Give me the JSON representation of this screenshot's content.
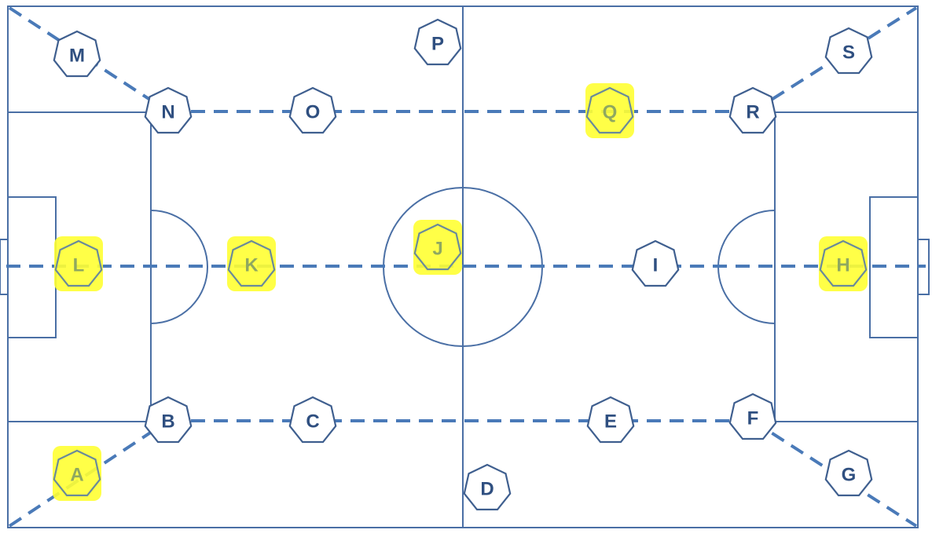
{
  "colors": {
    "lines": "#4a6fa5",
    "dashes": "#4a7ab8",
    "highlight": "#ffff33",
    "label": "#2f4f80"
  },
  "positions": [
    {
      "id": "A",
      "label": "A",
      "highlighted": true
    },
    {
      "id": "B",
      "label": "B",
      "highlighted": false
    },
    {
      "id": "C",
      "label": "C",
      "highlighted": false
    },
    {
      "id": "D",
      "label": "D",
      "highlighted": false
    },
    {
      "id": "E",
      "label": "E",
      "highlighted": false
    },
    {
      "id": "F",
      "label": "F",
      "highlighted": false
    },
    {
      "id": "G",
      "label": "G",
      "highlighted": false
    },
    {
      "id": "H",
      "label": "H",
      "highlighted": true
    },
    {
      "id": "I",
      "label": "I",
      "highlighted": false
    },
    {
      "id": "J",
      "label": "J",
      "highlighted": true
    },
    {
      "id": "K",
      "label": "K",
      "highlighted": true
    },
    {
      "id": "L",
      "label": "L",
      "highlighted": true
    },
    {
      "id": "M",
      "label": "M",
      "highlighted": false
    },
    {
      "id": "N",
      "label": "N",
      "highlighted": false
    },
    {
      "id": "O",
      "label": "O",
      "highlighted": false
    },
    {
      "id": "P",
      "label": "P",
      "highlighted": false
    },
    {
      "id": "Q",
      "label": "Q",
      "highlighted": true
    },
    {
      "id": "R",
      "label": "R",
      "highlighted": false
    },
    {
      "id": "S",
      "label": "S",
      "highlighted": false
    }
  ]
}
